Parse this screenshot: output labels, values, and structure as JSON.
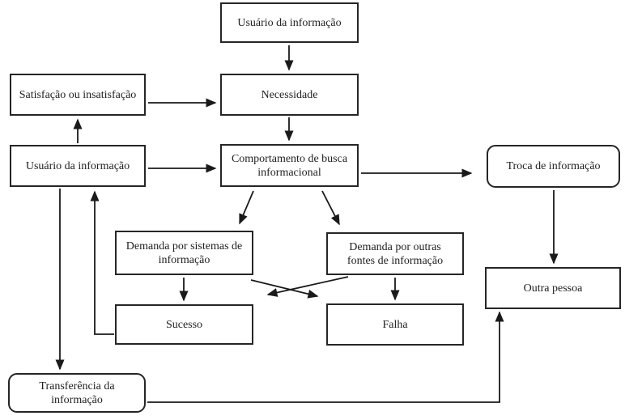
{
  "diagram": {
    "language": "pt",
    "colors": {
      "background": "#ffffff",
      "line": "#1a1a1a",
      "border": "#262626",
      "text": "#1f1f1f"
    },
    "nodes": {
      "usuario_top": {
        "label": "Usuário da informação",
        "shape": "rect"
      },
      "satisfacao": {
        "label": "Satisfação ou insatisfação",
        "shape": "rect"
      },
      "necessidade": {
        "label": "Necessidade",
        "shape": "rect"
      },
      "usuario_left": {
        "label": "Usuário da informação",
        "shape": "rect"
      },
      "comportamento": {
        "label": "Comportamento de busca informacional",
        "shape": "rect"
      },
      "troca": {
        "label": "Troca de informação",
        "shape": "rounded"
      },
      "demanda_sistemas": {
        "label": "Demanda por sistemas de informação",
        "shape": "rect"
      },
      "demanda_fontes": {
        "label": "Demanda por outras fontes de informação",
        "shape": "rect"
      },
      "sucesso": {
        "label": "Sucesso",
        "shape": "rect"
      },
      "falha": {
        "label": "Falha",
        "shape": "rect"
      },
      "outra_pessoa": {
        "label": "Outra pessoa",
        "shape": "rect"
      },
      "transferencia": {
        "label": "Transferência da informação",
        "shape": "rounded"
      }
    },
    "edges": [
      {
        "from": "usuario_top",
        "to": "necessidade"
      },
      {
        "from": "satisfacao",
        "to": "necessidade"
      },
      {
        "from": "necessidade",
        "to": "comportamento"
      },
      {
        "from": "usuario_left",
        "to": "satisfacao"
      },
      {
        "from": "usuario_left",
        "to": "comportamento"
      },
      {
        "from": "usuario_left",
        "to": "transferencia"
      },
      {
        "from": "comportamento",
        "to": "troca"
      },
      {
        "from": "comportamento",
        "to": "demanda_sistemas"
      },
      {
        "from": "comportamento",
        "to": "demanda_fontes"
      },
      {
        "from": "demanda_sistemas",
        "to": "sucesso"
      },
      {
        "from": "demanda_sistemas",
        "to": "falha"
      },
      {
        "from": "demanda_fontes",
        "to": "falha"
      },
      {
        "from": "demanda_fontes",
        "to": "sucesso"
      },
      {
        "from": "sucesso",
        "to": "usuario_left"
      },
      {
        "from": "troca",
        "to": "outra_pessoa"
      },
      {
        "from": "transferencia",
        "to": "outra_pessoa"
      }
    ]
  }
}
